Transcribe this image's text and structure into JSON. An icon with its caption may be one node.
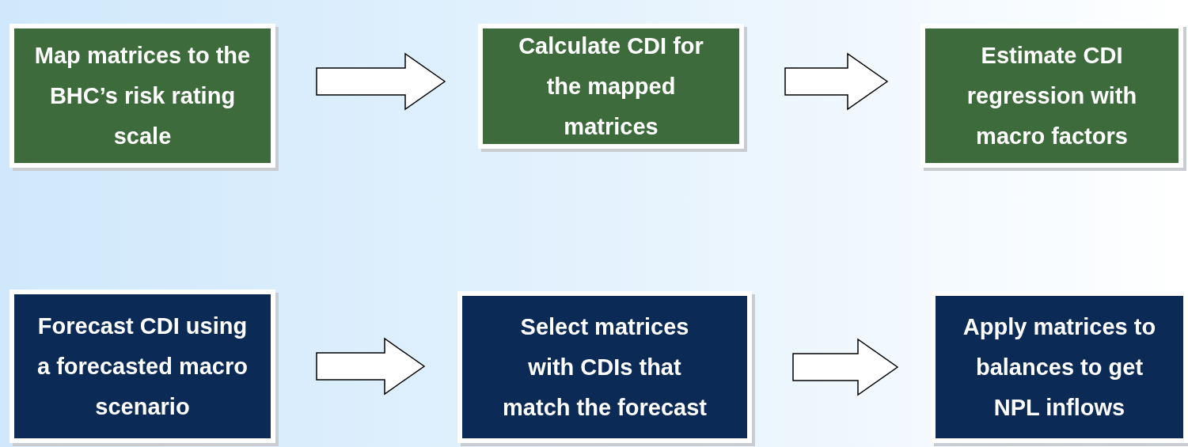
{
  "diagram": {
    "nodes": [
      {
        "text": [
          "Map matrices to the BHC’s risk rating scale"
        ]
      },
      {
        "text": [
          "Calculate CDI for the mapped matrices"
        ]
      },
      {
        "text": [
          "Estimate CDI regression with macro factors"
        ]
      },
      {
        "text": [
          "Forecast CDI using a forecasted macro scenario"
        ]
      },
      {
        "text": [
          "Select matrices with CDIs that match the forecast"
        ]
      },
      {
        "text": [
          "Apply matrices to balances to get NPL inflows"
        ]
      }
    ],
    "edges": [
      {
        "from": 0,
        "to": 1,
        "arrow": "to"
      },
      {
        "from": 1,
        "to": 2,
        "arrow": "to"
      },
      {
        "from": 3,
        "to": 4,
        "arrow": "to"
      },
      {
        "from": 4,
        "to": 5,
        "arrow": "to"
      }
    ]
  }
}
